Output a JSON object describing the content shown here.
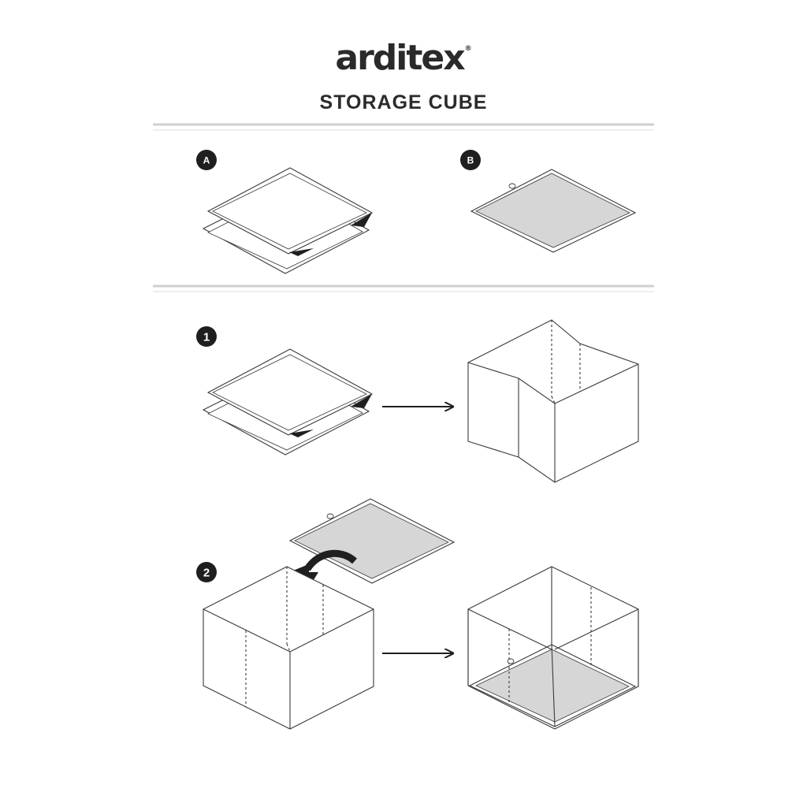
{
  "header": {
    "brand": "arditex",
    "brand_mark": "®",
    "title": "STORAGE CUBE"
  },
  "parts": [
    {
      "label": "A"
    },
    {
      "label": "B"
    }
  ],
  "steps": [
    {
      "number": "1"
    },
    {
      "number": "2"
    }
  ],
  "colors": {
    "line": "#3a3a3a",
    "panel_fill": "#d6d6d6",
    "badge": "#1f1f1f",
    "divider": "#cfcfcf"
  }
}
